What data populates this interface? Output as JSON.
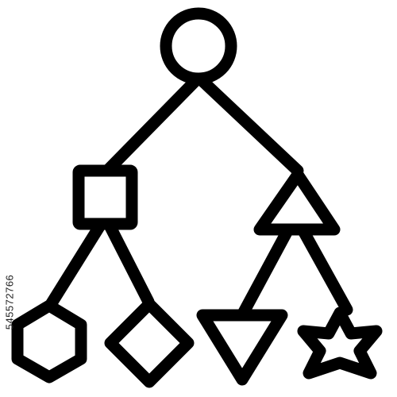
{
  "icon": {
    "name": "hierarchy-shapes-tree-icon",
    "stroke_color": "#000000",
    "background_color": "#ffffff",
    "style": "outline"
  },
  "nodes": [
    {
      "id": "root",
      "shape": "circle"
    },
    {
      "id": "left-branch",
      "shape": "square"
    },
    {
      "id": "right-branch",
      "shape": "triangle-up"
    },
    {
      "id": "leaf-1",
      "shape": "hexagon"
    },
    {
      "id": "leaf-2",
      "shape": "diamond"
    },
    {
      "id": "leaf-3",
      "shape": "triangle-down"
    },
    {
      "id": "leaf-4",
      "shape": "star"
    }
  ],
  "edges": [
    [
      "root",
      "left-branch"
    ],
    [
      "root",
      "right-branch"
    ],
    [
      "left-branch",
      "leaf-1"
    ],
    [
      "left-branch",
      "leaf-2"
    ],
    [
      "right-branch",
      "leaf-3"
    ],
    [
      "right-branch",
      "leaf-4"
    ]
  ],
  "watermark": {
    "stock_id": "545572766"
  }
}
